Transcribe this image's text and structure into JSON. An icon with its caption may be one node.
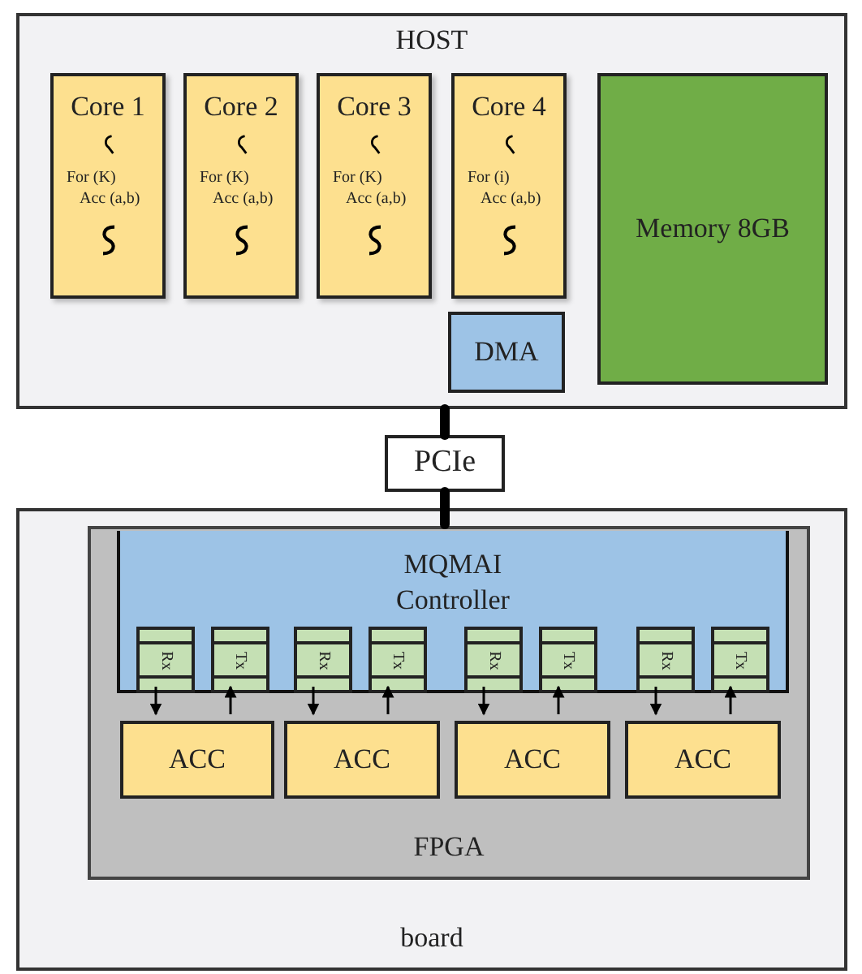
{
  "diagram": {
    "nodes": [
      {
        "text": [
          "HOST"
        ]
      },
      {
        "text": [
          "Core 1",
          "For (K)",
          "Acc (a,b)"
        ],
        "in": 0
      },
      {
        "text": [
          "Core 2",
          "For (K)",
          "Acc (a,b)"
        ],
        "in": 0
      },
      {
        "text": [
          "Core 3",
          "For (K)",
          "Acc (a,b)"
        ],
        "in": 0
      },
      {
        "text": [
          "Core 4",
          "For (i)",
          "Acc (a,b)"
        ],
        "in": 0
      },
      {
        "text": [
          "DMA"
        ],
        "in": 0
      },
      {
        "text": [
          "Memory 8GB"
        ],
        "in": 0
      },
      {
        "text": [
          "PCIe"
        ]
      },
      {
        "text": [
          "board"
        ]
      },
      {
        "text": [
          "FPGA"
        ],
        "in": 8
      },
      {
        "text": [
          "MQMAI Controller"
        ],
        "in": 9
      },
      {
        "text": [
          "Rx"
        ],
        "in": 10
      },
      {
        "text": [
          "Tx"
        ],
        "in": 10
      },
      {
        "text": [
          "Rx"
        ],
        "in": 10
      },
      {
        "text": [
          "Tx"
        ],
        "in": 10
      },
      {
        "text": [
          "Rx"
        ],
        "in": 10
      },
      {
        "text": [
          "Tx"
        ],
        "in": 10
      },
      {
        "text": [
          "Rx"
        ],
        "in": 10
      },
      {
        "text": [
          "Tx"
        ],
        "in": 10
      },
      {
        "text": [
          "ACC"
        ],
        "in": 9
      },
      {
        "text": [
          "ACC"
        ],
        "in": 9
      },
      {
        "text": [
          "ACC"
        ],
        "in": 9
      },
      {
        "text": [
          "ACC"
        ],
        "in": 9
      }
    ],
    "edges": [
      {
        "from": 0,
        "to": 7,
        "arrow": "none",
        "style": "thick"
      },
      {
        "from": 7,
        "to": 10,
        "arrow": "none",
        "style": "thick"
      },
      {
        "from": 11,
        "to": 19,
        "arrow": "to"
      },
      {
        "from": 19,
        "to": 12,
        "arrow": "to"
      },
      {
        "from": 13,
        "to": 20,
        "arrow": "to"
      },
      {
        "from": 20,
        "to": 14,
        "arrow": "to"
      },
      {
        "from": 15,
        "to": 21,
        "arrow": "to"
      },
      {
        "from": 21,
        "to": 16,
        "arrow": "to"
      },
      {
        "from": 17,
        "to": 22,
        "arrow": "to"
      },
      {
        "from": 22,
        "to": 18,
        "arrow": "to"
      }
    ]
  }
}
